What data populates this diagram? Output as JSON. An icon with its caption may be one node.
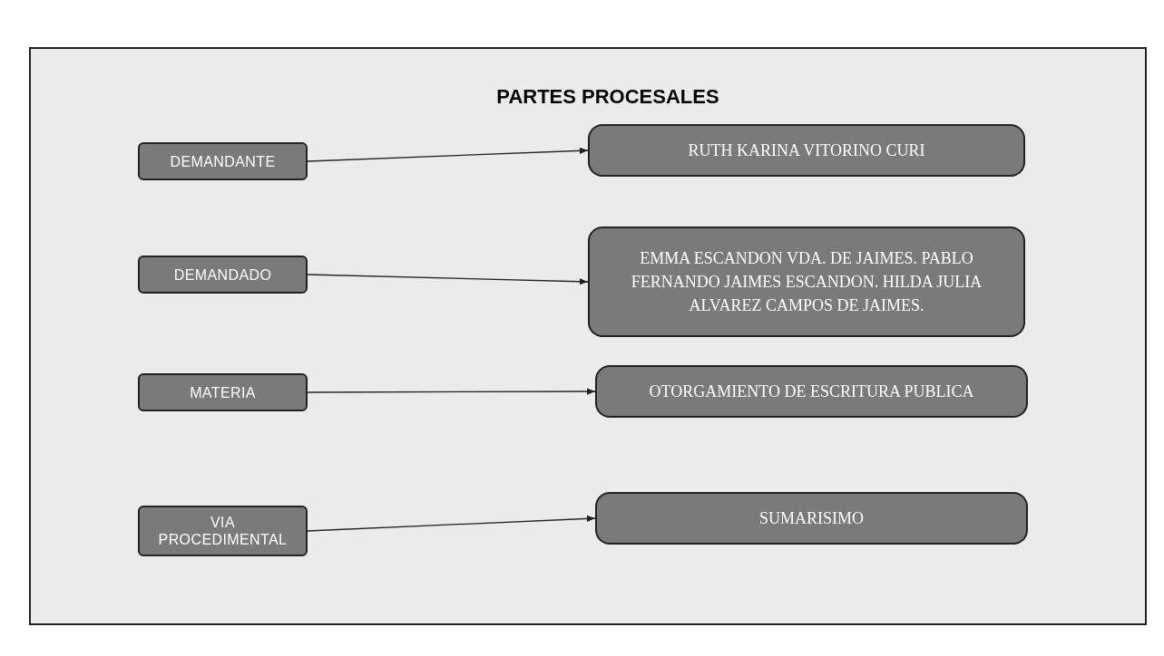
{
  "diagram": {
    "title": "PARTES PROCESALES",
    "nodes": [
      {
        "text": [
          "DEMANDANTE"
        ]
      },
      {
        "text": [
          "RUTH KARINA VITORINO CURI"
        ]
      },
      {
        "text": [
          "DEMANDADO"
        ]
      },
      {
        "text": [
          "EMMA ESCANDON VDA. DE JAIMES. PABLO FERNANDO JAIMES ESCANDON. HILDA JULIA ALVAREZ CAMPOS DE JAIMES."
        ]
      },
      {
        "text": [
          "MATERIA"
        ]
      },
      {
        "text": [
          "OTORGAMIENTO DE ESCRITURA PUBLICA"
        ]
      },
      {
        "text": [
          "VIA PROCEDIMENTAL"
        ]
      },
      {
        "text": [
          "SUMARISIMO"
        ]
      }
    ],
    "edges": [
      {
        "from": 0,
        "to": 1,
        "arrow": "to"
      },
      {
        "from": 2,
        "to": 3,
        "arrow": "to"
      },
      {
        "from": 4,
        "to": 5,
        "arrow": "to"
      },
      {
        "from": 6,
        "to": 7,
        "arrow": "to"
      }
    ]
  }
}
